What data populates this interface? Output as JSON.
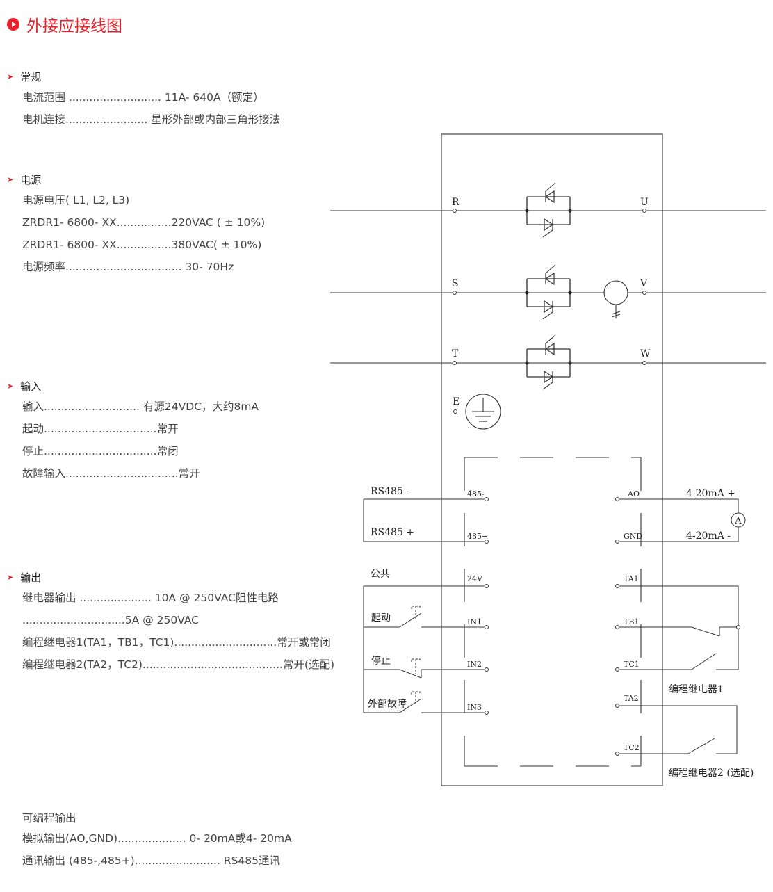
{
  "page_title": "外接应接线图",
  "colors": {
    "accent": "#e8202a",
    "text": "#444444",
    "line": "#333333"
  },
  "sections": [
    {
      "heading": "常规",
      "lines": [
        "电流范围 ........................... 11A- 640A（额定）",
        "电机连接........................ 星形外部或内部三角形接法"
      ]
    },
    {
      "heading": "电源",
      "lines": [
        "电源电压( L1, L2, L3)",
        "ZRDR1- 6800- XX................220VAC ( ± 10%)",
        "ZRDR1- 6800- XX................380VAC( ± 10%)",
        "电源频率.................................. 30- 70Hz"
      ]
    },
    {
      "heading": "输入",
      "lines": [
        "输入............................ 有源24VDC，大约8mA",
        "起动.................................常开",
        "停止.................................常闭",
        "故障输入.................................常开"
      ]
    },
    {
      "heading": "输出",
      "lines": [
        "继电器输出 ..................... 10A @ 250VAC阻性电路",
        "..............................5A @ 250VAC",
        "编程继电器1(TA1，TB1，TC1)..............................常开或常闭",
        "编程继电器2(TA2，TC2).........................................常开(选配)"
      ]
    },
    {
      "heading": "可编程输出",
      "lines": [
        "模拟输出(AO,GND).................... 0- 20mA或4- 20mA",
        "通讯输出 (485-,485+)......................... RS485通讯"
      ]
    }
  ],
  "diagram": {
    "phases": [
      {
        "in": "R",
        "out": "U"
      },
      {
        "in": "S",
        "out": "V"
      },
      {
        "in": "T",
        "out": "W"
      }
    ],
    "earth": "E",
    "left_terminals": [
      "485-",
      "485+",
      "24V",
      "IN1",
      "IN2",
      "IN3"
    ],
    "right_terminals": [
      "AO",
      "GND",
      "TA1",
      "TB1",
      "TC1",
      "TA2",
      "TC2"
    ],
    "ext_left": {
      "rs485_minus": "RS485 -",
      "rs485_plus": "RS485 +",
      "common": "公共",
      "start": "起动",
      "stop": "停止",
      "fault": "外部故障"
    },
    "ext_right": {
      "ma_plus": "4-20mA +",
      "ma_minus": "4-20mA -",
      "ammeter": "A",
      "relay1": "编程继电器1",
      "relay2": "编程继电器2 (选配)"
    }
  }
}
